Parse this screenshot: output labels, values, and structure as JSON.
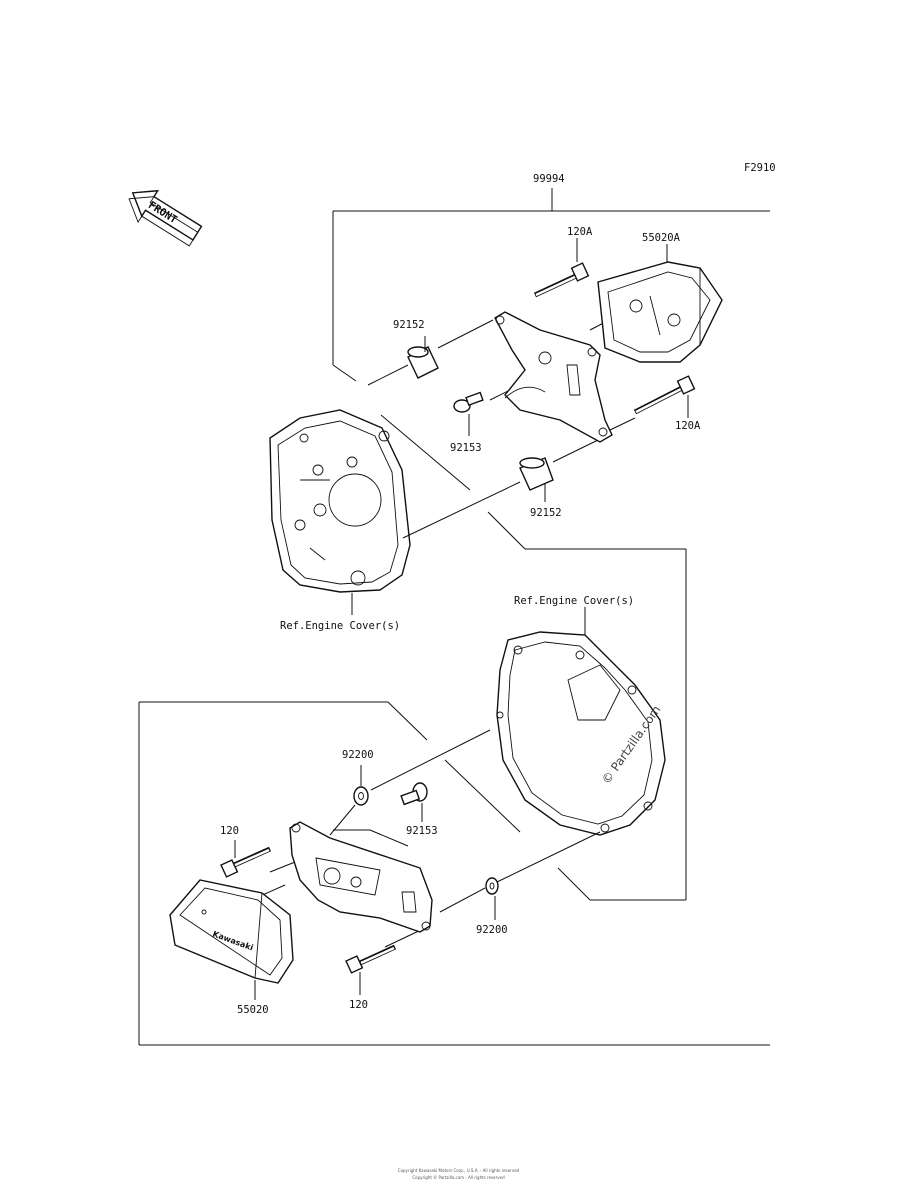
{
  "figure_code": "F2910",
  "front_label": "FRONT",
  "watermark": "© Partzilla.com",
  "labels": {
    "kit": "99994",
    "bolt_a_top": "120A",
    "cover_a": "55020A",
    "spacer_top": "92152",
    "screw_top": "92153",
    "bolt_a_right": "120A",
    "spacer_bottom": "92152",
    "engine_cover_left": "Ref.Engine Cover(s)",
    "engine_cover_right": "Ref.Engine Cover(s)",
    "washer_top": "92200",
    "screw_bottom": "92153",
    "bolt_left": "120",
    "washer_right": "92200",
    "cover": "55020",
    "bolt_bottom": "120"
  },
  "footer": {
    "line1": "Copyright Kawasaki Motors Corp., U.S.A. - All rights reserved",
    "line2": "Copyright © Partzilla.com - All rights reserved"
  }
}
